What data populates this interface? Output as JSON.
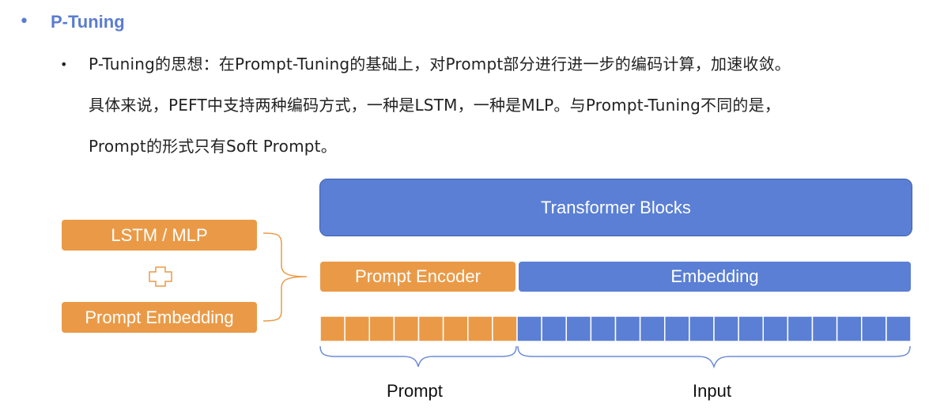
{
  "heading": {
    "bullet": "•",
    "title": "P-Tuning"
  },
  "body": {
    "bullet": "•",
    "lines": [
      "P-Tuning的思想：在Prompt-Tuning的基础上，对Prompt部分进行进一步的编码计算，加速收敛。",
      "具体来说，PEFT中支持两种编码方式，一种是LSTM，一种是MLP。与Prompt-Tuning不同的是，",
      "Prompt的形式只有Soft Prompt。"
    ]
  },
  "diagram": {
    "transformer_blocks": "Transformer Blocks",
    "lstm_mlp": "LSTM / MLP",
    "prompt_embedding": "Prompt Embedding",
    "prompt_encoder": "Prompt Encoder",
    "embedding": "Embedding",
    "prompt_label": "Prompt",
    "input_label": "Input",
    "prompt_token_count": 8,
    "input_token_count": 16,
    "colors": {
      "orange": "#ea9a47",
      "blue": "#5a7fd4",
      "heading": "#5b7ccf",
      "brace": "#ea9a47",
      "brace_blue": "#6d8bd6"
    }
  }
}
